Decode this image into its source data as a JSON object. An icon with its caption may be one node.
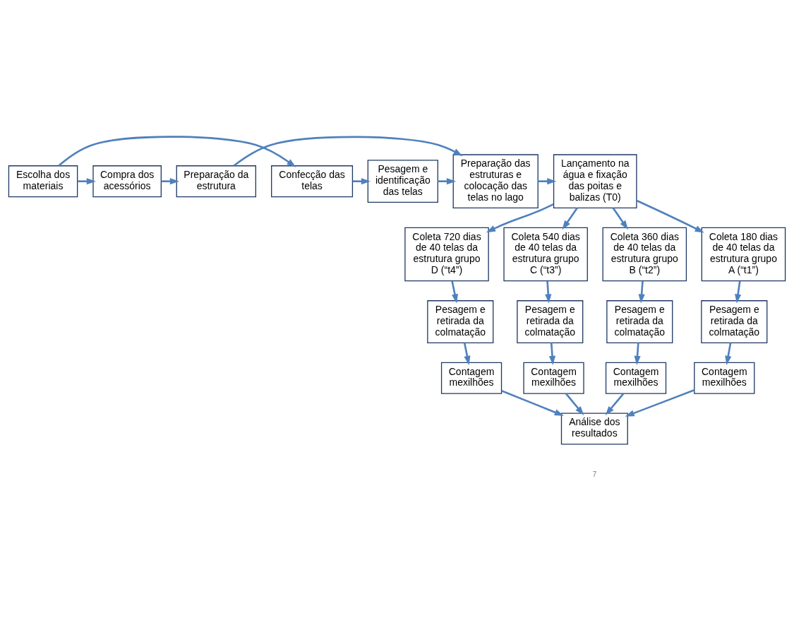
{
  "diagram": {
    "nodes": [
      {
        "text": [
          "Escolha dos materiais"
        ]
      },
      {
        "text": [
          "Confecção das telas"
        ]
      },
      {
        "text": [
          "Compra dos acessórios"
        ]
      },
      {
        "text": [
          "Pesagem e identificação das telas"
        ]
      },
      {
        "text": [
          "Preparação da estrutura"
        ]
      },
      {
        "text": [
          "Preparação das estruturas e colocação das telas no lago"
        ]
      },
      {
        "text": [
          "Lançamento na água e fixação das poitas e balizas (T0)"
        ]
      },
      {
        "text": [
          "Coleta 720 dias de 40 telas da estrutura grupo D (“t4”)"
        ]
      },
      {
        "text": [
          "Coleta 540 dias de 40 telas da estrutura grupo C (“t3”)"
        ]
      },
      {
        "text": [
          "Coleta 360 dias de 40 telas da estrutura grupo B (“t2”)"
        ]
      },
      {
        "text": [
          "Coleta 180 dias de 40 telas da estrutura grupo A (“t1”)"
        ]
      },
      {
        "text": [
          "Pesagem e retirada da colmatação"
        ]
      },
      {
        "text": [
          "Pesagem e retirada da colmatação"
        ]
      },
      {
        "text": [
          "Pesagem e retirada da colmatação"
        ]
      },
      {
        "text": [
          "Pesagem e retirada da colmatação"
        ]
      },
      {
        "text": [
          "Contagem mexilhões"
        ]
      },
      {
        "text": [
          "Contagem mexilhões"
        ]
      },
      {
        "text": [
          "Contagem mexilhões"
        ]
      },
      {
        "text": [
          "Contagem mexilhões"
        ]
      },
      {
        "text": [
          "Análise dos resultados"
        ]
      }
    ],
    "edges": [
      {
        "from": 0,
        "to": 1,
        "arrow": "to"
      },
      {
        "from": 0,
        "to": 2,
        "arrow": "to"
      },
      {
        "from": 1,
        "to": 3,
        "arrow": "to"
      },
      {
        "from": 2,
        "to": 4,
        "arrow": "to"
      },
      {
        "from": 3,
        "to": 5,
        "arrow": "to"
      },
      {
        "from": 4,
        "to": 5,
        "arrow": "to"
      },
      {
        "from": 5,
        "to": 6,
        "arrow": "to"
      },
      {
        "from": 6,
        "to": 7,
        "arrow": "to"
      },
      {
        "from": 6,
        "to": 8,
        "arrow": "to"
      },
      {
        "from": 6,
        "to": 9,
        "arrow": "to"
      },
      {
        "from": 6,
        "to": 10,
        "arrow": "to"
      },
      {
        "from": 7,
        "to": 11,
        "arrow": "to"
      },
      {
        "from": 8,
        "to": 12,
        "arrow": "to"
      },
      {
        "from": 9,
        "to": 13,
        "arrow": "to"
      },
      {
        "from": 10,
        "to": 14,
        "arrow": "to"
      },
      {
        "from": 11,
        "to": 15,
        "arrow": "to"
      },
      {
        "from": 12,
        "to": 16,
        "arrow": "to"
      },
      {
        "from": 13,
        "to": 17,
        "arrow": "to"
      },
      {
        "from": 14,
        "to": 18,
        "arrow": "to"
      },
      {
        "from": 15,
        "to": 19,
        "arrow": "to"
      },
      {
        "from": 16,
        "to": 19,
        "arrow": "to"
      },
      {
        "from": 17,
        "to": 19,
        "arrow": "to"
      },
      {
        "from": 18,
        "to": 19,
        "arrow": "to"
      }
    ],
    "labels": [
      "7"
    ]
  }
}
